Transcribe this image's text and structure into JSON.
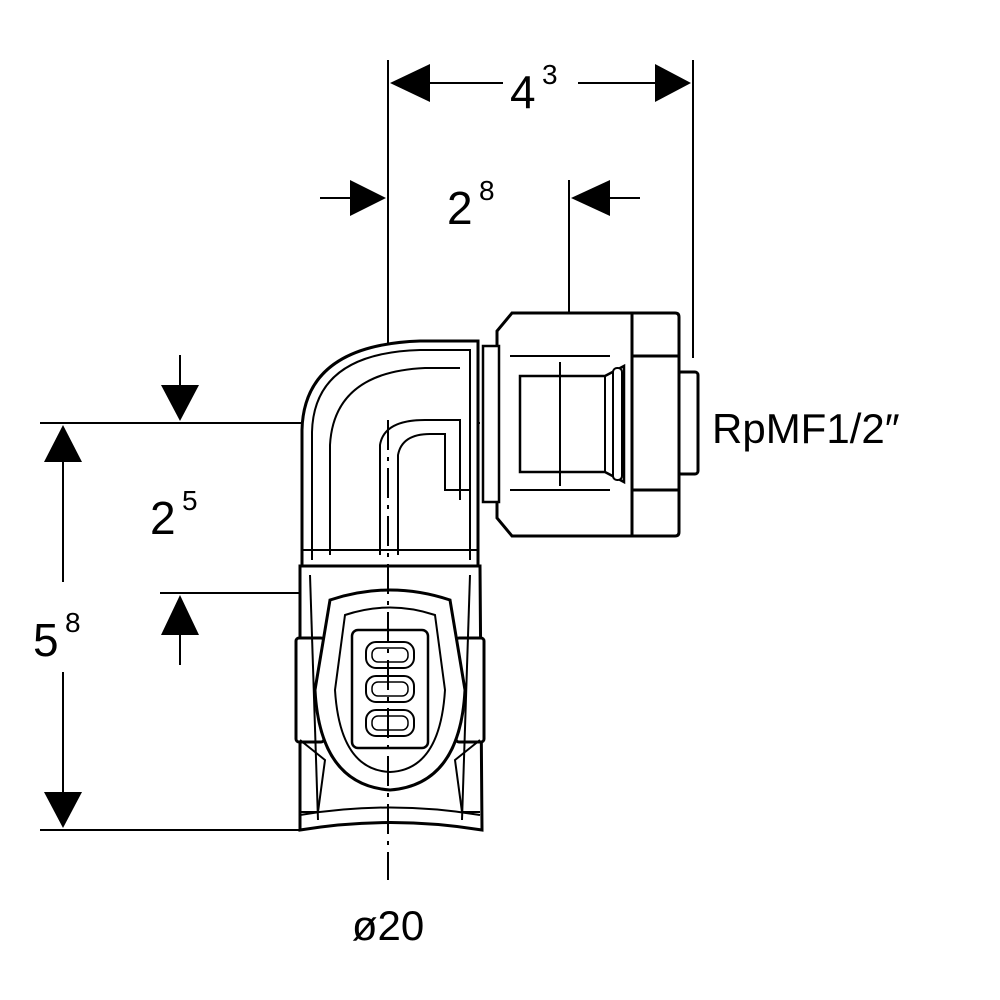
{
  "dimensions": {
    "width_top": {
      "base": "4",
      "sup": "3"
    },
    "offset_top": {
      "base": "2",
      "sup": "8"
    },
    "height_upper": {
      "base": "2",
      "sup": "5"
    },
    "height_total": {
      "base": "5",
      "sup": "8"
    }
  },
  "labels": {
    "thread": "RpMF1/2″",
    "pipe_diameter": "ø20"
  },
  "colors": {
    "stroke": "#000000",
    "background": "#ffffff"
  }
}
